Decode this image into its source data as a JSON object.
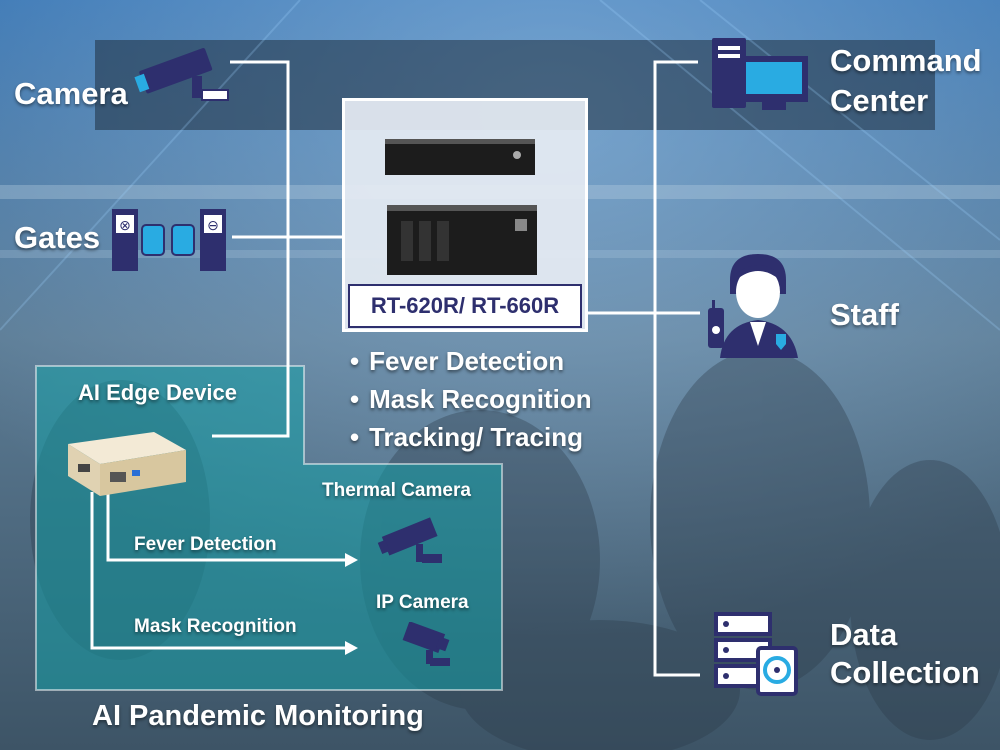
{
  "left_inputs": {
    "camera": "Camera",
    "gates": "Gates"
  },
  "server": {
    "model": "RT-620R/ RT-660R",
    "features": [
      "Fever Detection",
      "Mask Recognition",
      "Tracking/ Tracing"
    ]
  },
  "edge": {
    "device_label": "AI Edge Device",
    "thermal_camera": "Thermal Camera",
    "ip_camera": "IP Camera",
    "fever_arrow": "Fever Detection",
    "mask_arrow": "Mask Recognition",
    "title": "AI Pandemic Monitoring"
  },
  "right_outputs": {
    "command_line1": "Command",
    "command_line2": "Center",
    "staff": "Staff",
    "data_line1": "Data",
    "data_line2": "Collection"
  },
  "colors": {
    "navy": "#2e2f6e",
    "teal": "#1fa0a8",
    "light_blue": "#29abe2",
    "line": "#ffffff"
  }
}
